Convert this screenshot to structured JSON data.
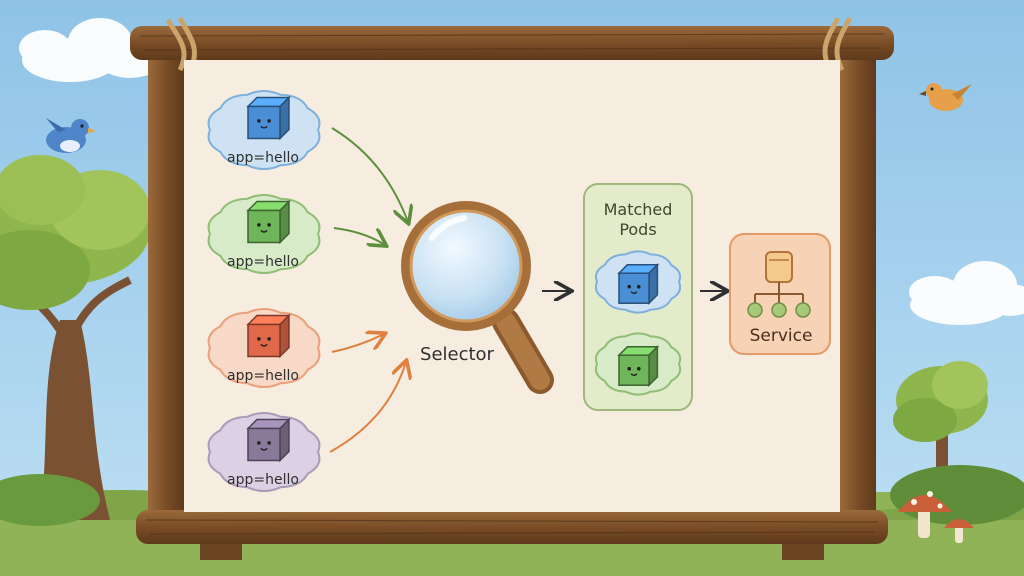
{
  "pods": [
    {
      "label": "app=hello",
      "color": "#4a8fd6",
      "cloud": "#cfe2f3",
      "cloud_stroke": "#7fb0dc"
    },
    {
      "label": "app=hello",
      "color": "#6fb559",
      "cloud": "#d8ebc9",
      "cloud_stroke": "#8fbe74"
    },
    {
      "label": "app=hello",
      "color": "#e2684a",
      "cloud": "#f8d8c6",
      "cloud_stroke": "#eaa07c"
    },
    {
      "label": "app=hello",
      "color": "#8a7a9a",
      "cloud": "#dcd1e4",
      "cloud_stroke": "#a99ab8"
    }
  ],
  "selector": {
    "label": "Selector"
  },
  "matched": {
    "title_line1": "Matched",
    "title_line2": "Pods"
  },
  "service": {
    "label": "Service"
  }
}
